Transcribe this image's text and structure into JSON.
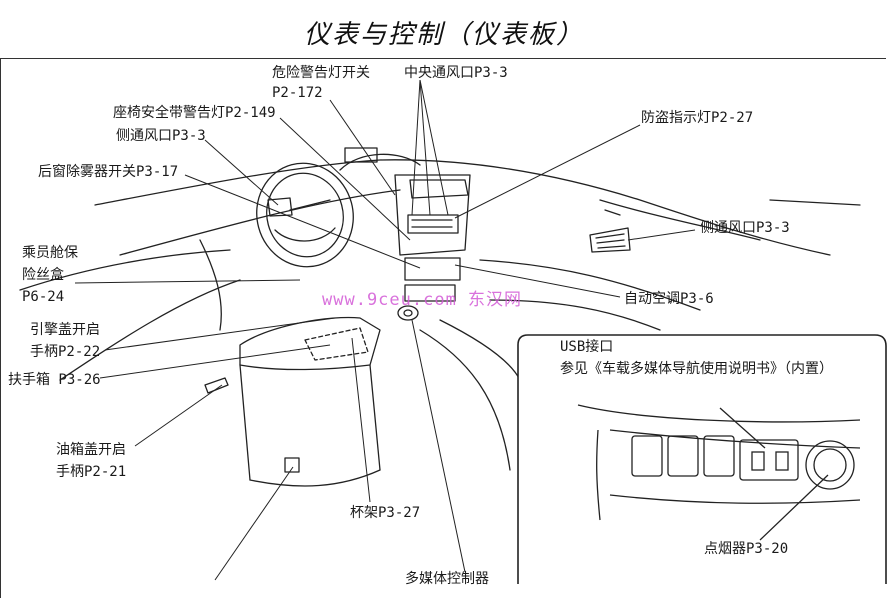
{
  "title": "仪表与控制（仪表板）",
  "watermark": "www.9ceu.com  东汉网",
  "labels": {
    "hazard_1": "危险警告灯开关",
    "hazard_2": "P2-172",
    "center_vent": "中央通风口P3-3",
    "seatbelt": "座椅安全带警告灯P2-149",
    "side_vent_left": "侧通风口P3-3",
    "rear_defog": "后窗除雾器开关P3-17",
    "antitheft": "防盗指示灯P2-27",
    "side_vent_right": "侧通风口P3-3",
    "fusebox_1": "乘员舱保",
    "fusebox_2": "险丝盒",
    "fusebox_3": "P6-24",
    "auto_ac": "自动空调P3-6",
    "hood_1": "引擎盖开启",
    "hood_2": "手柄P2-22",
    "armrest": "扶手箱 P3-26",
    "fuel_1": "油箱盖开启",
    "fuel_2": "手柄P2-21",
    "cupholder": "杯架P3-27",
    "multimedia": "多媒体控制器"
  },
  "inset": {
    "usb": "USB接口",
    "usb_ref": "参见《车载多媒体导航使用说明书》（内置）",
    "lighter": "点烟器P3-20"
  }
}
